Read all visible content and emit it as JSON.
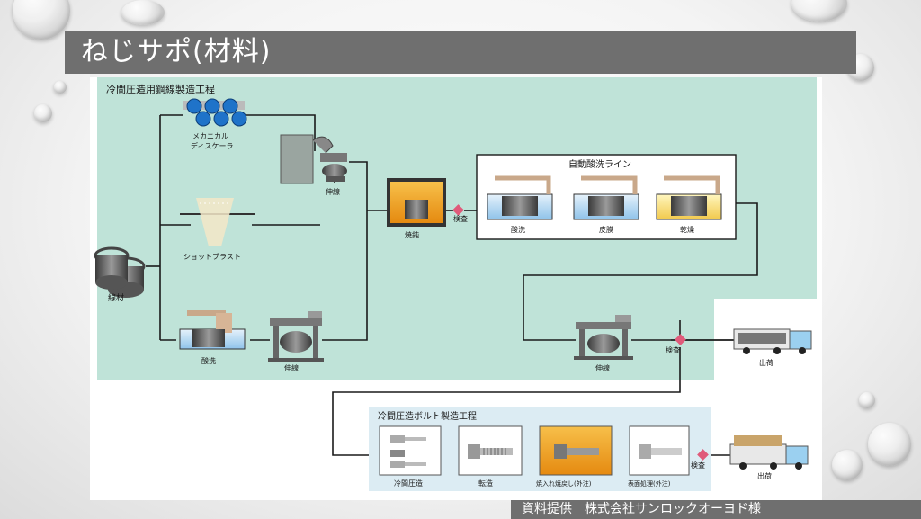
{
  "page": {
    "title": "ねじサポ(材料)",
    "credit": "資料提供　株式会社サンロックオーヨド様"
  },
  "diagram": {
    "section_wire": "冷間圧造用鋼線製造工程",
    "mechanical_descaler": [
      "メカニカル",
      "ディスケーラ"
    ],
    "shot_blast": "ショットブラスト",
    "wire_rod": "線材",
    "pickling": "酸洗",
    "drawing": "伸線",
    "annealing": "焼鈍",
    "inspection": "検査",
    "auto_pickling_line": "自動酸洗ライン",
    "coating": "皮膜",
    "drying": "乾燥",
    "finish_drawing": "伸線",
    "shipping": "出荷",
    "section_bolt": "冷間圧造ボルト製造工程",
    "cold_heading": "冷間圧造",
    "thread_rolling": "転造",
    "quench_temper": "焼入れ焼戻し(外注)",
    "surface_treatment": "表面処理(外注)"
  },
  "colors": {
    "panel": "#bfe3d8",
    "box_bg": "#dcecf3",
    "line": "#1a1a1a",
    "marker": "#e05a7a",
    "furnace": "#f5a623"
  }
}
